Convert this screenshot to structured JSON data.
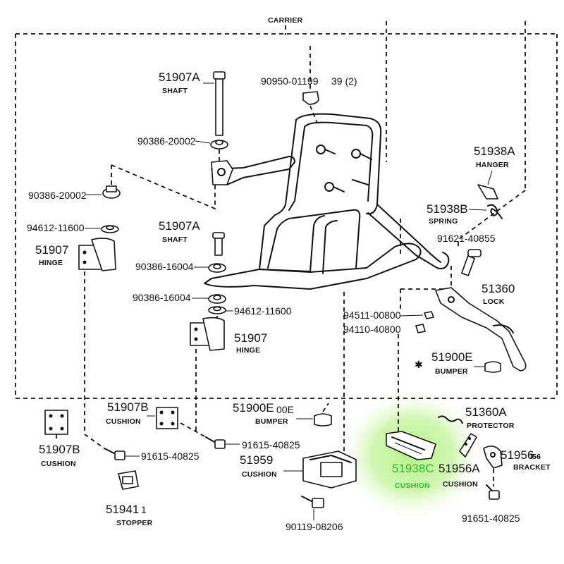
{
  "frame": {
    "title": "CARRIER"
  },
  "labels": {
    "top_code": "90950-01199",
    "top_qty": "39 (2)",
    "shaft_upper_no": "51907A",
    "shaft_upper_name": "SHAFT",
    "washer_a": "90386-20002",
    "washer_b": "90386-20002",
    "bolt_a": "94612-11600",
    "hinge_left_no": "51907",
    "hinge_left_name": "HINGE",
    "shaft_lower_no": "51907A",
    "shaft_lower_name": "SHAFT",
    "washer_c": "90386-16004",
    "washer_d": "90386-16004",
    "bolt_b": "94612-11600",
    "hinge_right_no": "51907",
    "hinge_right_name": "HINGE",
    "hanger_no": "51938A",
    "hanger_name": "HANGER",
    "spring_no": "51938B",
    "spring_name": "SPRING",
    "pin": "91621-40855",
    "lock_no": "51360",
    "lock_name": "LOCK",
    "nut_a": "94511-00800",
    "nut_b": "94110-40800",
    "bumper_in_no": "51900E",
    "bumper_in_name": "BUMPER",
    "cushion_left_no": "51907B",
    "cushion_left_name": "CUSHION",
    "cushion_mid_no": "51907B",
    "cushion_mid_name": "CUSHION",
    "bolt_c": "91615-40825",
    "bolt_d": "91615-40825",
    "bumper_out_no": "51900E",
    "bumper_out_extra": "00E",
    "bumper_out_name": "BUMPER",
    "protector_no": "51360A",
    "protector_name": "PROTECTOR",
    "cushion_big_no": "51959",
    "cushion_big_name": "CUSHION",
    "stopper_no": "51941",
    "stopper_extra": "1",
    "stopper_name": "STOPPER",
    "bolt_e": "90119-08206",
    "highlight_no": "51938C",
    "highlight_name": "CUSHION",
    "cushion_small_no": "51956A",
    "cushion_small_name": "CUSHION",
    "bracket_no": "51956",
    "bracket_extra": "I56",
    "bracket_name": "BRACKET",
    "bolt_f": "91651-40825"
  },
  "colors": {
    "highlight": "#2eb82e",
    "highlight_glow": "#b8f28a",
    "ink": "#111111"
  }
}
